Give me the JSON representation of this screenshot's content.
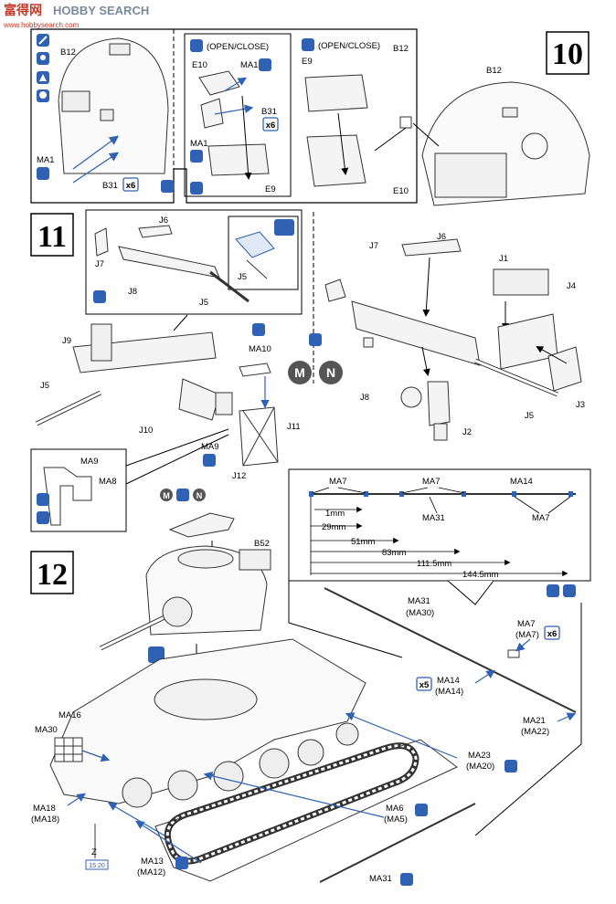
{
  "watermark": {
    "brand": "HOBBY SEARCH",
    "cn": "富得网",
    "sub": "www.hobbysearch.com"
  },
  "steps": {
    "s10": "10",
    "s11": "11",
    "s12": "12"
  },
  "step10": {
    "open_close_1": "(OPEN/CLOSE)",
    "open_close_2": "(OPEN/CLOSE)",
    "labels": {
      "B12a": "B12",
      "B12b": "B12",
      "B12c": "B12",
      "MA1a": "MA1",
      "MA1b": "MA1",
      "MA1c": "MA1",
      "B31a": "B31",
      "B31b": "B31",
      "E10a": "E10",
      "E10b": "E10",
      "E9a": "E9",
      "E9b": "E9"
    },
    "mult": {
      "x6a": "x6",
      "x6b": "x6"
    }
  },
  "step11": {
    "labels": {
      "J6a": "J6",
      "J6b": "J6",
      "J7a": "J7",
      "J7b": "J7",
      "J8a": "J8",
      "J8b": "J8",
      "J5a": "J5",
      "J5b": "J5",
      "J5c": "J5",
      "J5d": "J5",
      "J9": "J9",
      "J10": "J10",
      "J11": "J11",
      "J12": "J12",
      "J1": "J1",
      "J4": "J4",
      "J3": "J3",
      "J2": "J2",
      "MA10": "MA10",
      "MA9a": "MA9",
      "MA9b": "MA9",
      "MA8": "MA8"
    },
    "options": {
      "M": "M",
      "N": "N",
      "M2": "M",
      "N2": "N"
    }
  },
  "step12": {
    "measure": {
      "MA7a": "MA7",
      "MA7b": "MA7",
      "MA14": "MA14",
      "MA31": "MA31",
      "MA7c": "MA7",
      "d1": "1mm",
      "d2": "29mm",
      "d3": "51mm",
      "d4": "83mm",
      "d5": "111.5mm",
      "d6": "144.5mm"
    },
    "labels": {
      "B52": "B52",
      "MA31a": "MA31",
      "MA30p": "(MA30)",
      "MA7d": "MA7",
      "MA7p": "(MA7)",
      "MA14a": "MA14",
      "MA14p": "(MA14)",
      "MA21": "MA21",
      "MA22p": "(MA22)",
      "MA16": "MA16",
      "MA30": "MA30",
      "MA23": "MA23",
      "MA20p": "(MA20)",
      "MA18": "MA18",
      "MA18p": "(MA18)",
      "MA6": "MA6",
      "MA5p": "(MA5)",
      "MA13": "MA13",
      "MA12p": "(MA12)",
      "MA31b": "MA31",
      "Z": "Z",
      "ref": "15 20"
    },
    "mult": {
      "x6": "x6",
      "x5": "x5"
    }
  },
  "colors": {
    "accent": "#2f62b3",
    "line": "#000000",
    "arrow": "#2f62b3",
    "grey": "#555555"
  }
}
